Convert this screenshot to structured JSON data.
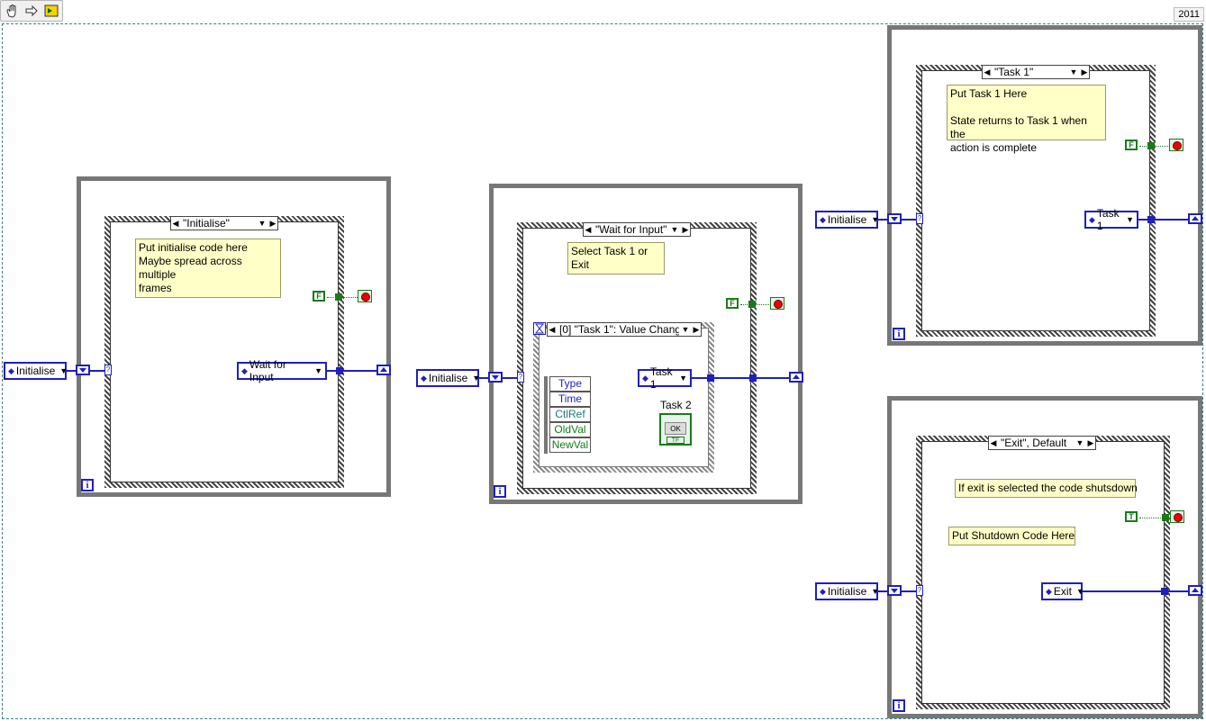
{
  "year_badge": "2011",
  "toolbar": {
    "icons": [
      "hand-icon",
      "arrow-icon",
      "labview-icon"
    ]
  },
  "loop1": {
    "case_label": "\"Initialise\"",
    "note": [
      "Put initialise code here",
      "Maybe spread across multiple",
      "frames"
    ],
    "bool_label": "F",
    "enum_in": "Initialise",
    "enum_out": "Wait for Input",
    "iter": "i"
  },
  "loop2": {
    "case_label": "\"Wait for Input\"",
    "note": "Select Task 1 or Exit",
    "event_label": "[0] \"Task 1\": Value Chang",
    "event_nodes": [
      "Type",
      "Time",
      "CtlRef",
      "OldVal",
      "NewVal"
    ],
    "bool_label": "F",
    "enum_in": "Initialise",
    "enum_out": "Task 1",
    "task2_label": "Task 2",
    "ok_label": "OK",
    "tf_label": "TF",
    "iter": "i"
  },
  "loop3": {
    "case_label": "\"Task 1\"",
    "note": [
      "Put Task 1 Here",
      "",
      "State returns to Task 1 when the",
      "action is complete"
    ],
    "bool_label": "F",
    "enum_in": "Initialise",
    "enum_out": "Task 1",
    "iter": "i"
  },
  "loop4": {
    "case_label": "\"Exit\", Default",
    "note1": "If exit is selected the code shutsdown",
    "note2": "Put Shutdown Code Here",
    "bool_label": "T",
    "enum_in": "Initialise",
    "enum_out": "Exit",
    "iter": "i"
  },
  "colors": {
    "wire_enum": "#1f1fc0",
    "wire_bool": "#1a7a1a",
    "loop_frame": "#777777",
    "note_bg": "#ffffc8"
  }
}
